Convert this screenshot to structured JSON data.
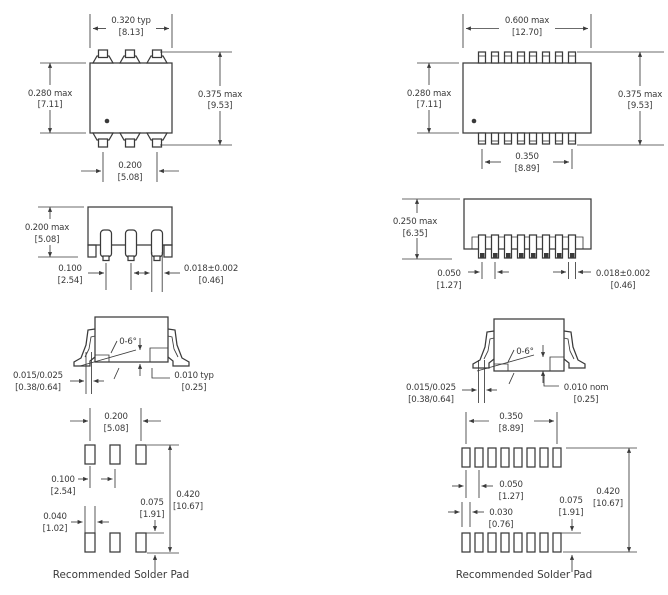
{
  "figures": {
    "pkg6_top": {
      "label": "6-pin package top view",
      "width_in": "0.320 typ",
      "width_mm": "[8.13]",
      "height_in": "0.280 max",
      "height_mm": "[7.11]",
      "span_in": "0.375 max",
      "span_mm": "[9.53]",
      "pitch_in": "0.200",
      "pitch_mm": "[5.08]"
    },
    "pkg6_side": {
      "label": "6-pin package side view",
      "height_in": "0.200 max",
      "height_mm": "[5.08]",
      "pitch_in": "0.100",
      "pitch_mm": "[2.54]",
      "lead_in": "0.018±0.002",
      "lead_mm": "[0.46]"
    },
    "pkg6_end": {
      "label": "6-pin package end view",
      "angle": "0-6°",
      "standoff_in": "0.015/0.025",
      "standoff_mm": "[0.38/0.64]",
      "foot_in": "0.010 typ",
      "foot_mm": "[0.25]"
    },
    "pkg6_pad": {
      "label": "6-pin recommended solder pad",
      "span_in": "0.200",
      "span_mm": "[5.08]",
      "pitch_in": "0.100",
      "pitch_mm": "[2.54]",
      "pad_w_in": "0.040",
      "pad_w_mm": "[1.02]",
      "pad_l_in": "0.075",
      "pad_l_mm": "[1.91]",
      "overall_in": "0.420",
      "overall_mm": "[10.67]",
      "caption": "Recommended Solder Pad"
    },
    "pkg16_top": {
      "label": "16-pin package top view",
      "width_in": "0.600 max",
      "width_mm": "[12.70]",
      "height_in": "0.280 max",
      "height_mm": "[7.11]",
      "span_in": "0.375 max",
      "span_mm": "[9.53]",
      "row_in": "0.350",
      "row_mm": "[8.89]"
    },
    "pkg16_side": {
      "label": "16-pin package side view",
      "height_in": "0.250 max",
      "height_mm": "[6.35]",
      "pitch_in": "0.050",
      "pitch_mm": "[1.27]",
      "lead_in": "0.018±0.002",
      "lead_mm": "[0.46]"
    },
    "pkg16_end": {
      "label": "16-pin package end view",
      "angle": "0-6°",
      "standoff_in": "0.015/0.025",
      "standoff_mm": "[0.38/0.64]",
      "foot_in": "0.010 nom",
      "foot_mm": "[0.25]"
    },
    "pkg16_pad": {
      "label": "16-pin recommended solder pad",
      "span_in": "0.350",
      "span_mm": "[8.89]",
      "pitch_in": "0.050",
      "pitch_mm": "[1.27]",
      "pad_w_in": "0.030",
      "pad_w_mm": "[0.76]",
      "pad_l_in": "0.075",
      "pad_l_mm": "[1.91]",
      "overall_in": "0.420",
      "overall_mm": "[10.67]",
      "caption": "Recommended Solder Pad"
    }
  },
  "colors": {
    "ink": "#3a3a3a",
    "background": "#ffffff"
  }
}
